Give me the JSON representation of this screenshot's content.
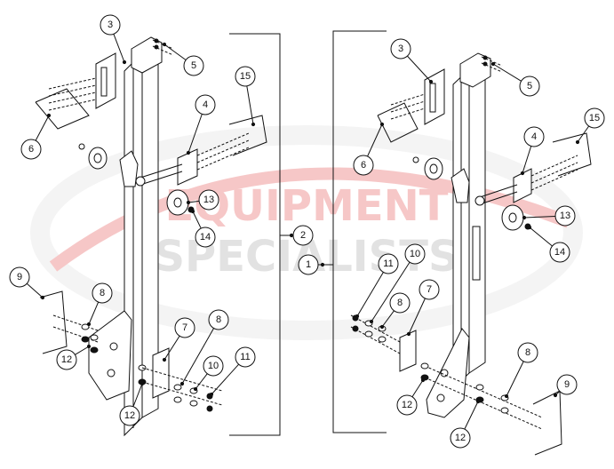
{
  "watermark": {
    "line1": "EQUIPMENT",
    "line2": "SPECIALISTS",
    "red": "#e23b3b",
    "gray": "#9a9a9a"
  },
  "callouts": {
    "left": [
      "3",
      "5",
      "15",
      "4",
      "6",
      "13",
      "14",
      "2",
      "9",
      "8",
      "7",
      "8",
      "10",
      "11",
      "12",
      "12"
    ],
    "right": [
      "3",
      "5",
      "4",
      "15",
      "6",
      "13",
      "14",
      "1",
      "11",
      "10",
      "8",
      "7",
      "8",
      "9",
      "12",
      "12"
    ]
  },
  "line_color": "#111111"
}
